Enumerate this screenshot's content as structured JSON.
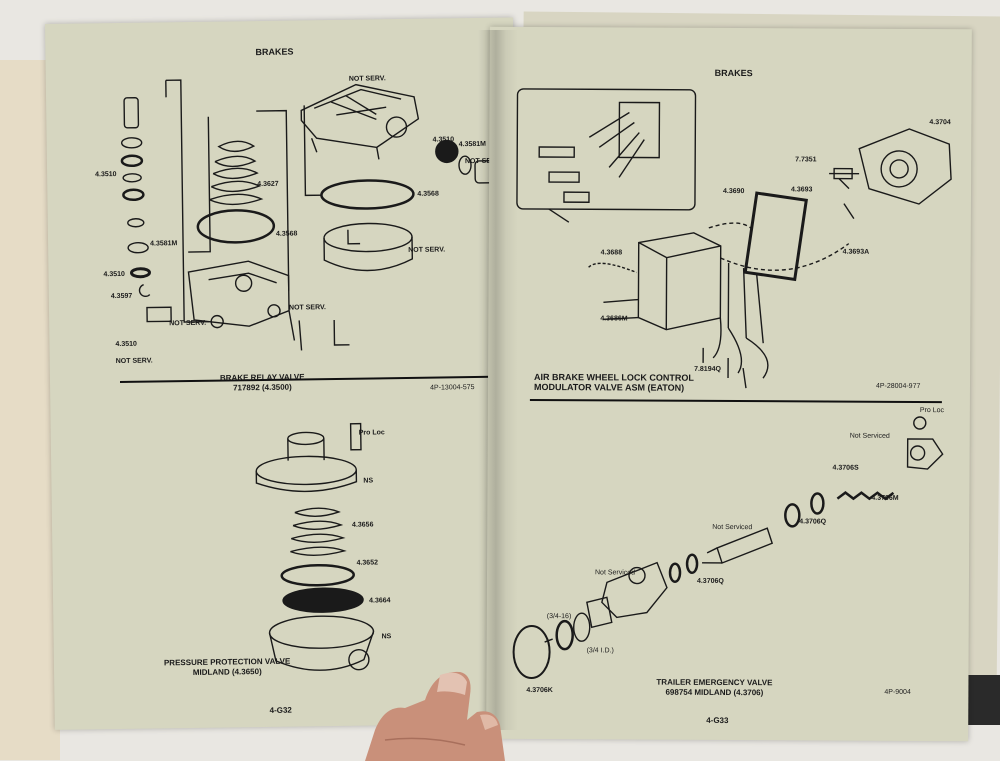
{
  "left_page": {
    "heading": "BRAKES",
    "relay_labels": [
      "NOT SERV.",
      "4.3510",
      "4.3581M",
      "NOT SERV.",
      "4.3568",
      "4.3627",
      "4.3568",
      "NOT SERV.",
      "4.3510",
      "4.3581M",
      "4.3510",
      "4.3597",
      "NOT SERV.",
      "4.3510",
      "NOT SERV.",
      "NOT SERV."
    ],
    "relay_caption_1": "BRAKE RELAY VALVE",
    "relay_caption_2": "717892 (4.3500)",
    "relay_ref": "4P-13004-575",
    "pp_labels": [
      "Pro Loc",
      "NS",
      "4.3656",
      "4.3652",
      "4.3664",
      "NS"
    ],
    "pp_caption_1": "PRESSURE PROTECTION VALVE",
    "pp_caption_2": "MIDLAND (4.3650)",
    "page_number": "4-G32"
  },
  "right_page": {
    "heading": "BRAKES",
    "abs_labels": [
      "4.3704",
      "7.7351",
      "4.3693",
      "4.3690",
      "4.3693A",
      "4.3688",
      "4.3686M",
      "7.8194Q"
    ],
    "abs_caption_1": "AIR BRAKE WHEEL LOCK CONTROL",
    "abs_caption_2": "MODULATOR VALVE ASM (EATON)",
    "abs_ref": "4P-28004-977",
    "te_labels": [
      "Pro Loc",
      "Not Serviced",
      "4.3706S",
      "4.3706M",
      "4.3706Q",
      "Not Serviced",
      "4.3706Q",
      "Not Serviced",
      "(3/4-16)",
      "(3/4 I.D.)",
      "4.3706K"
    ],
    "te_caption_1": "TRAILER EMERGENCY VALVE",
    "te_caption_2": "698754   MIDLAND (4.3706)",
    "te_ref": "4P-9004",
    "page_number": "4-G33"
  },
  "colors": {
    "paper": "#d6d6c0",
    "ink": "#1a1a1a",
    "background": "#e9e7e2"
  }
}
